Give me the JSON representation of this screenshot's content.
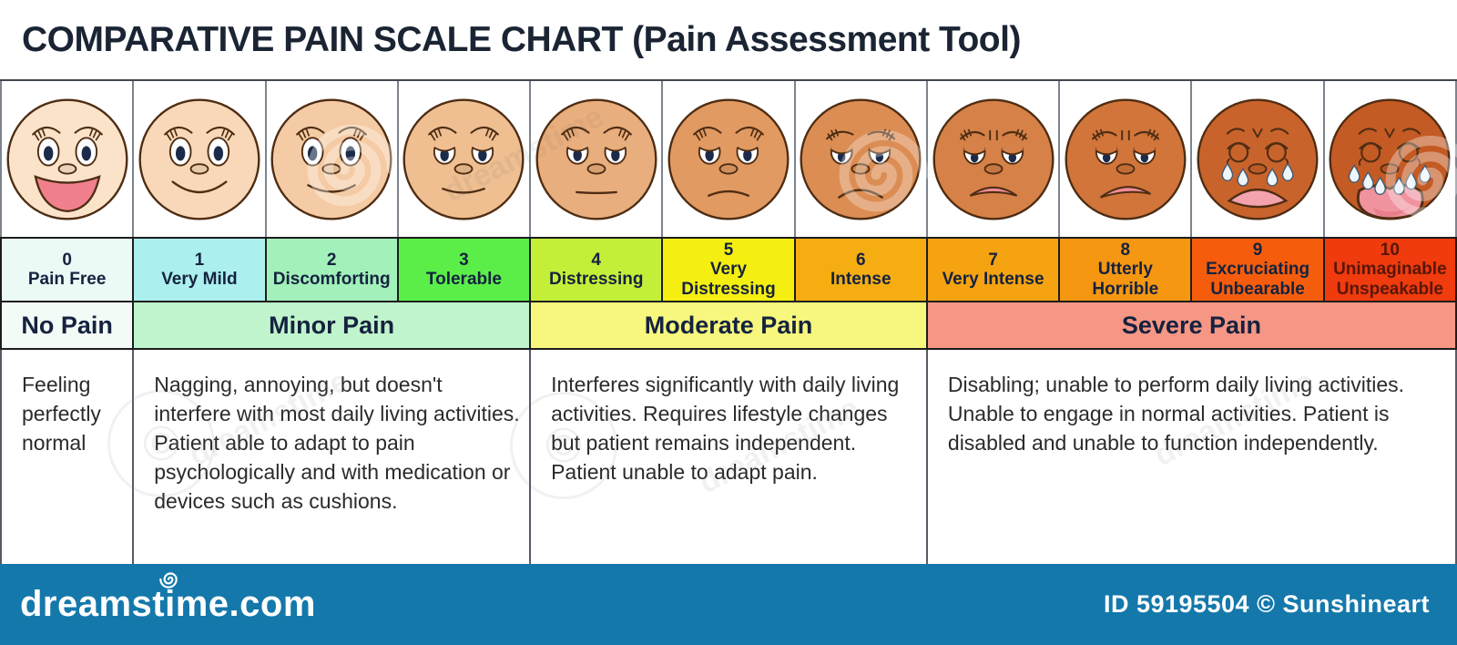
{
  "title": "COMPARATIVE PAIN SCALE CHART (Pain Assessment Tool)",
  "scale": [
    {
      "level": "0",
      "label": "Pain Free",
      "cell_color": "#ebfaf5",
      "face_color": "#fbe3c9",
      "expression": "big-smile"
    },
    {
      "level": "1",
      "label": "Very Mild",
      "cell_color": "#abf0ee",
      "face_color": "#f8d8b8",
      "expression": "smile"
    },
    {
      "level": "2",
      "label": "Discomforting",
      "cell_color": "#a2f0ba",
      "face_color": "#f4cba4",
      "expression": "soft-smile"
    },
    {
      "level": "3",
      "label": "Tolerable",
      "cell_color": "#5bee49",
      "face_color": "#efbf92",
      "expression": "slight-smile"
    },
    {
      "level": "4",
      "label": "Distressing",
      "cell_color": "#c4ef39",
      "face_color": "#e9ae7d",
      "expression": "neutral"
    },
    {
      "level": "5",
      "label": "Very Distressing",
      "cell_color": "#f5ef11",
      "face_color": "#e19a62",
      "expression": "slight-frown"
    },
    {
      "level": "6",
      "label": "Intense",
      "cell_color": "#f5ad11",
      "face_color": "#db8d53",
      "expression": "frown"
    },
    {
      "level": "7",
      "label": "Very Intense",
      "cell_color": "#f5a311",
      "face_color": "#d68147",
      "expression": "open-frown"
    },
    {
      "level": "8",
      "label": "Utterly Horrible",
      "cell_color": "#f59711",
      "face_color": "#d1753a",
      "expression": "open-frown-2"
    },
    {
      "level": "9",
      "label": "Excruciating Unbearable",
      "cell_color": "#f55d0d",
      "face_color": "#c9632c",
      "expression": "crying"
    },
    {
      "level": "10",
      "label": "Unimaginable Unspeakable",
      "cell_color": "#ef3b0d",
      "face_color": "#c45a24",
      "expression": "wailing",
      "text_color": "#5a1608"
    }
  ],
  "categories": [
    {
      "label": "No Pain",
      "color": "#f3fbf6",
      "span": 1,
      "description": "Feeling perfectly normal"
    },
    {
      "label": "Minor Pain",
      "color": "#c0f4cc",
      "span": 3,
      "description": "Nagging, annoying, but doesn't interfere with most daily living activities. Patient able to adapt to pain psychologically and with medication or devices such as cushions."
    },
    {
      "label": "Moderate Pain",
      "color": "#f7f77d",
      "span": 3,
      "description": "Interferes significantly with daily living activities. Requires lifestyle changes but patient remains independent. Patient unable to adapt pain."
    },
    {
      "label": "Severe Pain",
      "color": "#f69684",
      "span": 4,
      "description": "Disabling; unable to perform daily living activities. Unable to engage in normal activities. Patient is disabled and unable to function independently."
    }
  ],
  "footer": {
    "logo_text": "dreamstime.com",
    "id_text": "ID 59195504 © Sunshineart",
    "bar_color": "#1478ab"
  },
  "watermark_brand": "dreamstime"
}
